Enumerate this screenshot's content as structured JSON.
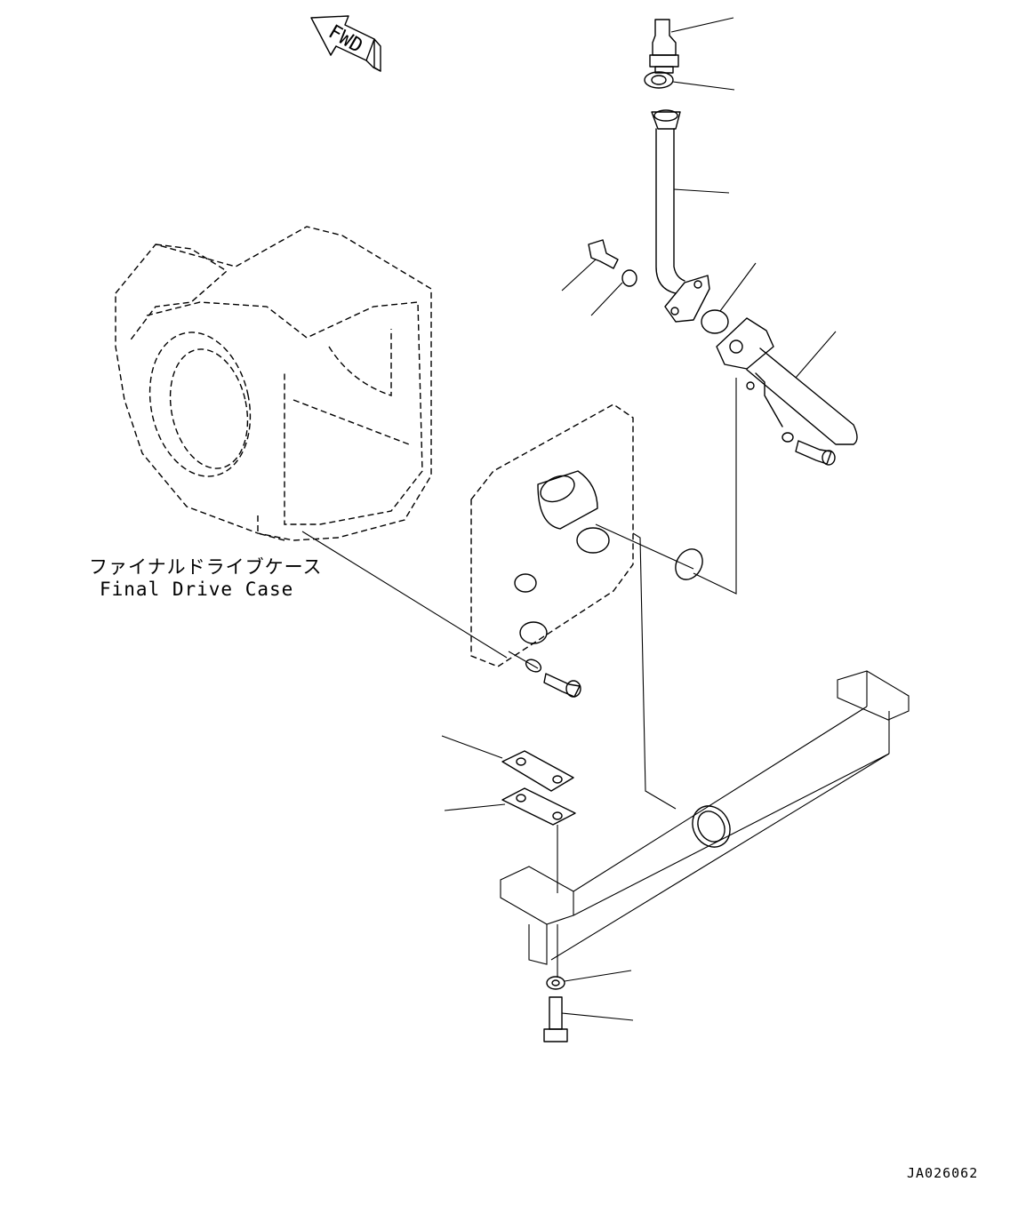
{
  "labels": {
    "fwd": "FWD",
    "case_jp": "ファイナルドライブケース",
    "case_en": "Final Drive Case",
    "drawing_code": "JA026062"
  }
}
